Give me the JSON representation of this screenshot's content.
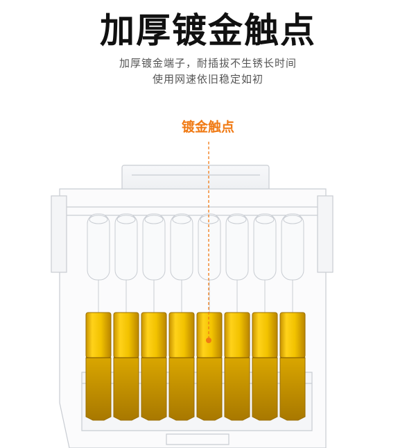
{
  "heading": {
    "title": "加厚镀金触点",
    "subtitle_line1": "加厚镀金端子，耐插拔不生锈长时间",
    "subtitle_line2": "使用网速依旧稳定如初"
  },
  "callout": {
    "label": "镀金触点"
  },
  "illustration": {
    "pin_count": 8,
    "colors": {
      "gold": "#f2c200",
      "gold_shadow": "#c99400",
      "gold_edge": "#9a6e00",
      "accent": "#f07a14",
      "plastic_line": "#c8ccd2"
    }
  }
}
